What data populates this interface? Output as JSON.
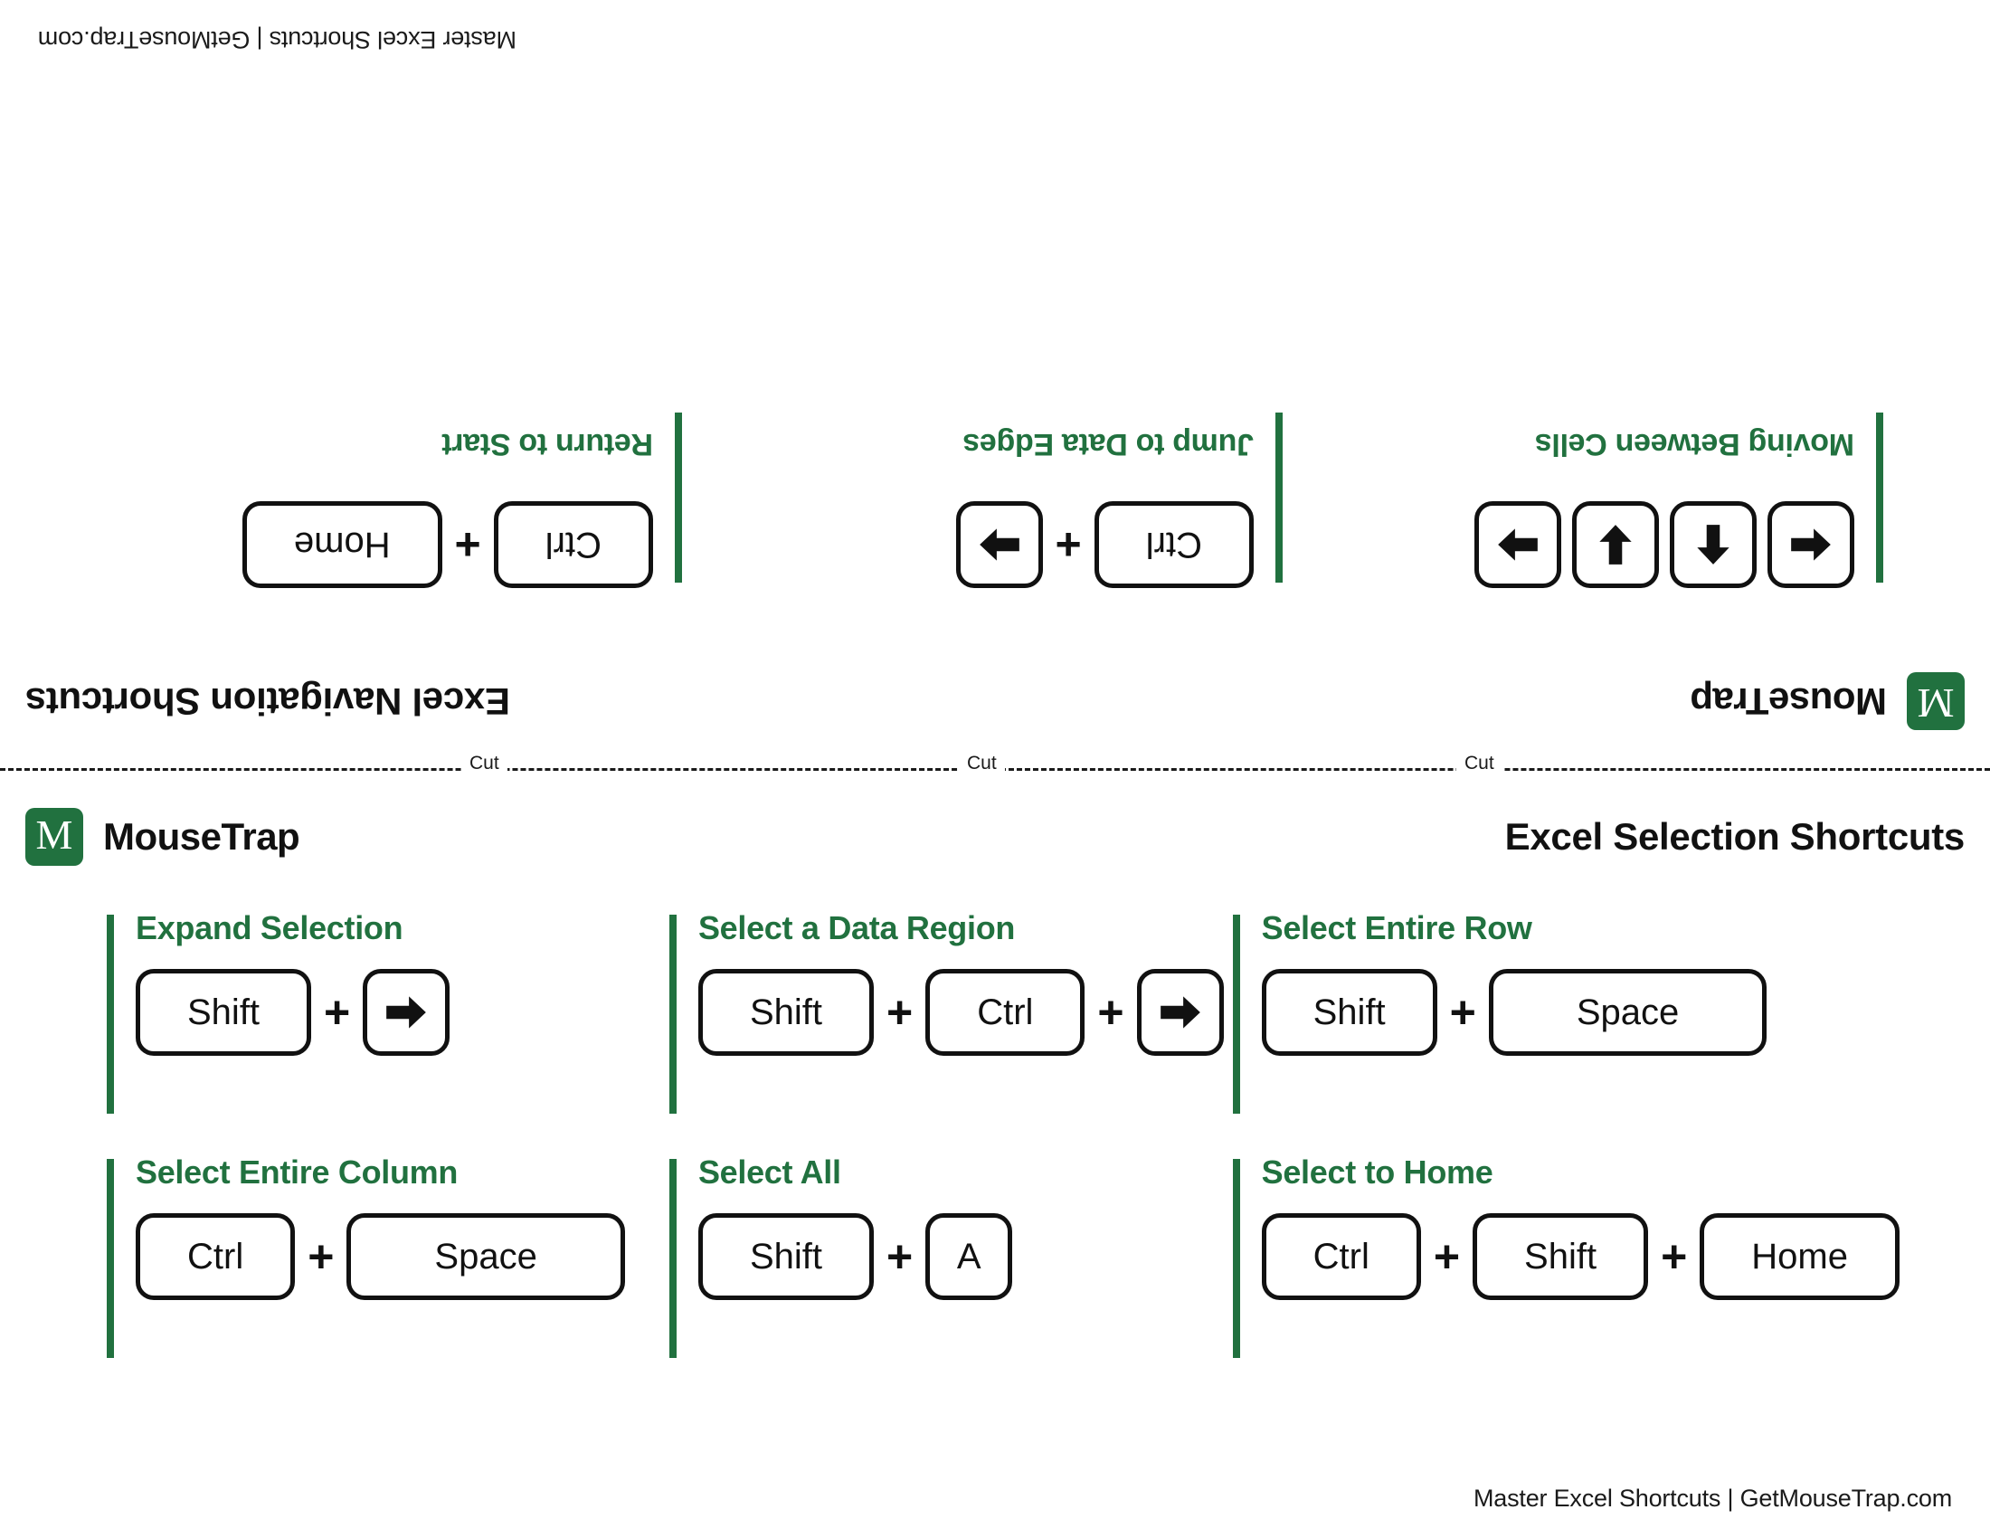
{
  "brand": {
    "logo_letter": "M",
    "name": "MouseTrap",
    "logo_color": "#21713f"
  },
  "theme": {
    "accent_green": "#21713f",
    "ink": "#111111",
    "background": "#ffffff"
  },
  "cut_line": {
    "label": "Cut",
    "labels": [
      "Cut",
      "Cut",
      "Cut"
    ]
  },
  "footer": {
    "text": "Master Excel Shortcuts | GetMouseTrap.com"
  },
  "top_card": {
    "orientation": "rotated-180",
    "title": "Excel Navigation  Shortcuts",
    "footer": "Master Excel Shortcuts | GetMouseTrap.com",
    "shortcuts": [
      {
        "label": "Moving Between Cells",
        "keys": [
          {
            "type": "arrow",
            "icon": "arrow-left-icon",
            "glyph": "←"
          },
          {
            "type": "arrow",
            "icon": "arrow-up-icon",
            "glyph": "↑"
          },
          {
            "type": "arrow",
            "icon": "arrow-down-icon",
            "glyph": "↓"
          },
          {
            "type": "arrow",
            "icon": "arrow-right-icon",
            "glyph": "→"
          }
        ],
        "separator": ""
      },
      {
        "label": "Jump to Data Edges",
        "keys": [
          {
            "type": "text",
            "text": "Ctrl"
          },
          {
            "type": "arrow",
            "icon": "arrow-right-icon",
            "glyph": "→"
          }
        ],
        "separator": "+"
      },
      {
        "label": "Return to Start",
        "keys": [
          {
            "type": "text",
            "text": "Ctrl"
          },
          {
            "type": "text",
            "text": "Home"
          }
        ],
        "separator": "+"
      }
    ]
  },
  "bottom_card": {
    "orientation": "upright",
    "title": "Excel Selection Shortcuts",
    "footer": "Master Excel Shortcuts | GetMouseTrap.com",
    "shortcuts": [
      {
        "label": "Expand Selection",
        "keys": [
          {
            "type": "text",
            "text": "Shift"
          },
          {
            "type": "arrow",
            "icon": "arrow-right-icon",
            "glyph": "→"
          }
        ]
      },
      {
        "label": "Select a Data Region",
        "keys": [
          {
            "type": "text",
            "text": "Shift"
          },
          {
            "type": "text",
            "text": "Ctrl"
          },
          {
            "type": "arrow",
            "icon": "arrow-right-icon",
            "glyph": "→"
          }
        ]
      },
      {
        "label": "Select Entire Row",
        "keys": [
          {
            "type": "text",
            "text": "Shift"
          },
          {
            "type": "text",
            "text": "Space"
          }
        ]
      },
      {
        "label": "Select Entire Column",
        "keys": [
          {
            "type": "text",
            "text": "Ctrl"
          },
          {
            "type": "text",
            "text": "Space"
          }
        ]
      },
      {
        "label": "Select All",
        "keys": [
          {
            "type": "text",
            "text": "Shift"
          },
          {
            "type": "text",
            "text": "A"
          }
        ]
      },
      {
        "label": "Select to Home",
        "keys": [
          {
            "type": "text",
            "text": "Ctrl"
          },
          {
            "type": "text",
            "text": "Shift"
          },
          {
            "type": "text",
            "text": "Home"
          }
        ]
      }
    ]
  }
}
